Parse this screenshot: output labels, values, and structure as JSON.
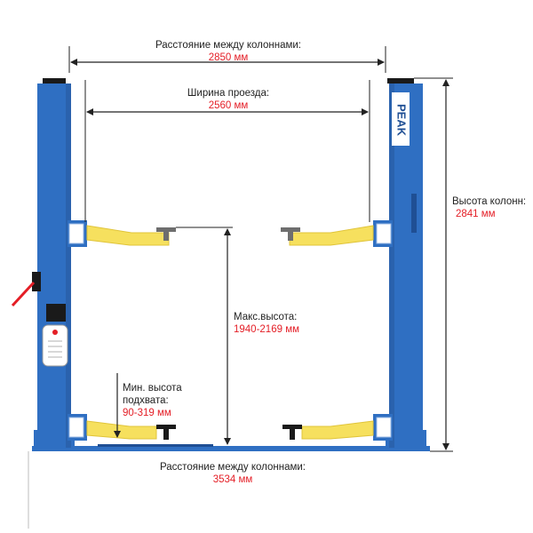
{
  "dimensions": {
    "column_distance_top": {
      "label": "Расстояние между колоннами:",
      "value": "2850 мм"
    },
    "drive_through_width": {
      "label": "Ширина проезда:",
      "value": "2560 мм"
    },
    "column_height": {
      "label": "Высота колонн:",
      "value": "2841 мм"
    },
    "max_height": {
      "label": "Макс.высота:",
      "value": "1940-2169 мм"
    },
    "min_pickup_height": {
      "label_line1": "Мин. высота",
      "label_line2": "подхвата:",
      "value": "90-319 мм"
    },
    "column_distance_bottom": {
      "label": "Расстояние между колоннами:",
      "value": "3534 мм"
    }
  },
  "brand": {
    "logo_text": "PEAK"
  },
  "colors": {
    "column_blue": "#2f6fc2",
    "column_dark": "#1f4f94",
    "arm_yellow": "#f6e05e",
    "value_red": "#e41e26",
    "line": "#222222"
  }
}
